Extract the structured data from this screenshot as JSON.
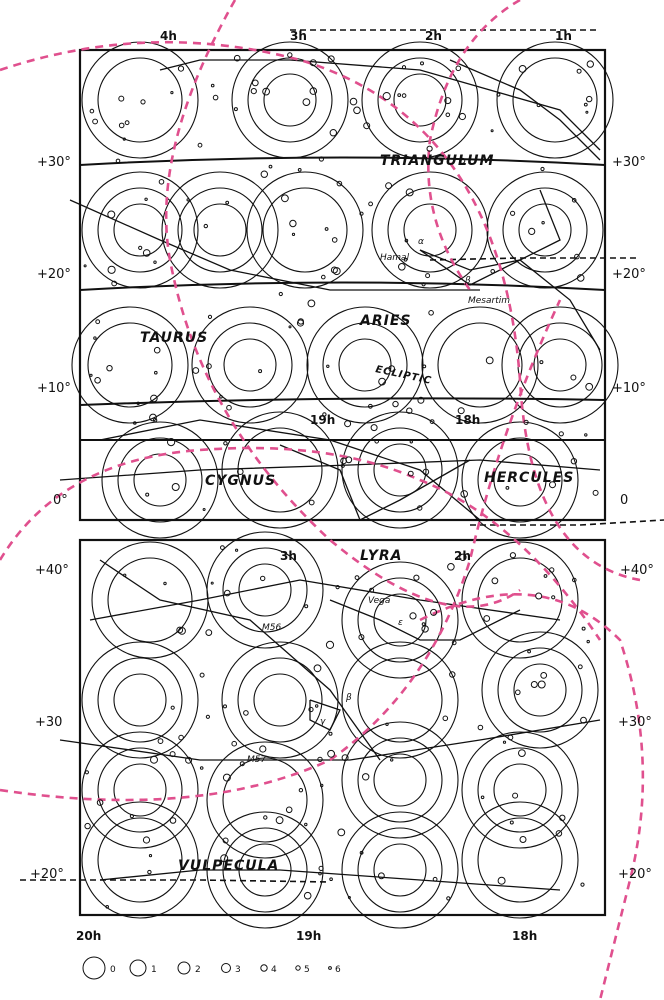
{
  "colors": {
    "ink": "#111111",
    "paper": "#ffffff",
    "overlay": "#e0508e"
  },
  "upper_panel": {
    "constellations": [
      "TRIANGULUM",
      "ARIES",
      "TAURUS",
      "ECLIPTIC",
      "CYGNUS",
      "HERCULES"
    ],
    "ra_labels": [
      "4h",
      "3h",
      "2h",
      "1h",
      "19h",
      "18h"
    ],
    "dec_labels": [
      "+30°",
      "+30°",
      "+20°",
      "+20°",
      "+10°",
      "+10°",
      "0°",
      "0"
    ],
    "star_names": [
      "Hamal",
      "Mesartim",
      "α",
      "β"
    ]
  },
  "lower_panel": {
    "constellations": [
      "LYRA",
      "VULPECULA"
    ],
    "ra_labels": [
      "3h",
      "2h",
      "20h",
      "19h",
      "18h"
    ],
    "dec_labels": [
      "+40°",
      "+40°",
      "+30",
      "+30°",
      "+20°",
      "+20°"
    ],
    "star_names": [
      "Vega",
      "ε",
      "β",
      "γ",
      "M57",
      "M56"
    ]
  },
  "magnitude_legend": [
    "0",
    "1",
    "2",
    "3",
    "4",
    "5",
    "6"
  ]
}
